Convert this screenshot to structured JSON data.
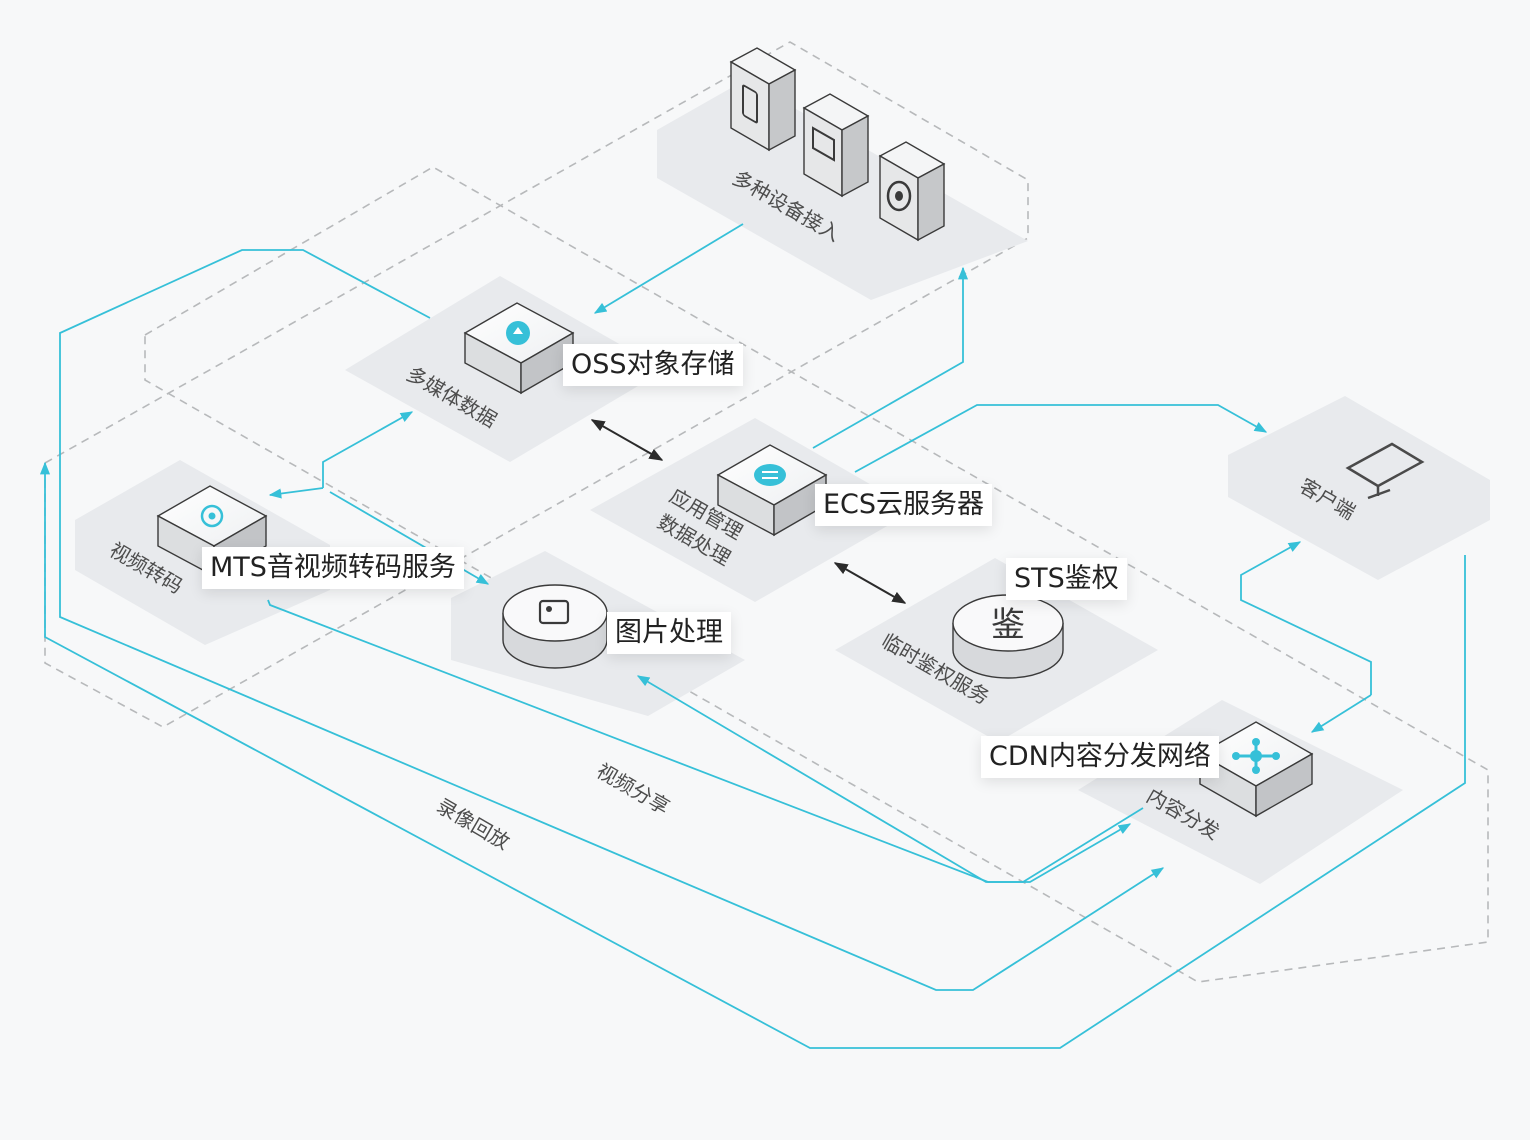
{
  "labels": {
    "devices": "多种设备接入",
    "media": "多媒体数据",
    "transcode": "视频转码",
    "app_line1": "应用管理",
    "app_line2": "数据处理",
    "auth": "临时鉴权服务",
    "client": "客户端",
    "distribute": "内容分发",
    "video_share": "视频分享",
    "playback": "录像回放"
  },
  "callouts": {
    "oss": "OSS对象存储",
    "ecs": "ECS云服务器",
    "mts": "MTS音视频转码服务",
    "img": "图片处理",
    "sts": "STS鉴权",
    "cdn": "CDN内容分发网络"
  },
  "icons": {
    "sts_glyph": "鉴"
  },
  "colors": {
    "accent": "#36c0d8",
    "tile": "#e8eaed",
    "dashed": "#b7b9bb"
  }
}
